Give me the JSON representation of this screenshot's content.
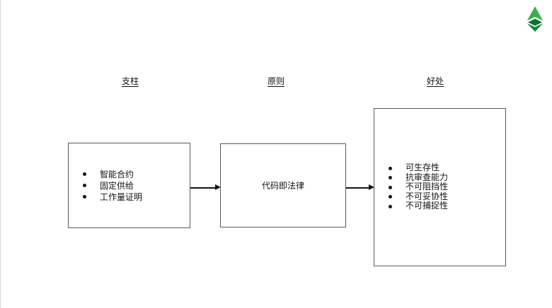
{
  "diagram": {
    "columns": [
      {
        "header": "支柱",
        "items": [
          "智能合约",
          "固定供给",
          "工作量证明"
        ]
      },
      {
        "header": "原则",
        "text": "代码即法律"
      },
      {
        "header": "好处",
        "items": [
          "可生存性",
          "抗审查能力",
          "不可阻挡性",
          "不可妥协性",
          "不可捕捉性"
        ]
      }
    ],
    "colors": {
      "box_border": "#595959",
      "text": "#111111",
      "arrow": "#111111",
      "logo_light_green": "#36b24a",
      "logo_dark_green": "#0d7033",
      "logo_bottom_green": "#158741",
      "left_edge_line": "#d9d9d9"
    },
    "logo_name": "ethereum-classic-logo"
  }
}
